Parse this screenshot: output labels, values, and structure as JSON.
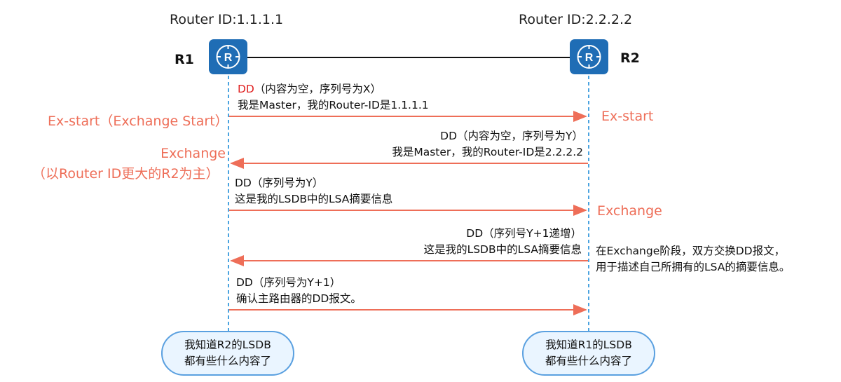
{
  "r1": {
    "router_id": "Router ID:1.1.1.1",
    "name": "R1"
  },
  "r2": {
    "router_id": "Router ID:2.2.2.2",
    "name": "R2"
  },
  "router_icon_glyph": "R",
  "messages": [
    {
      "line1_prefix": "DD",
      "line1_rest": "（内容为空，序列号为X）",
      "line2": "我是Master，我的Router-ID是1.1.1.1",
      "direction": "R1->R2"
    },
    {
      "line1": "DD（内容为空，序列号为Y）",
      "line2": "我是Master，我的Router-ID是2.2.2.2",
      "direction": "R2->R1"
    },
    {
      "line1": "DD（序列号为Y）",
      "line2": "这是我的LSDB中的LSA摘要信息",
      "direction": "R1->R2"
    },
    {
      "line1": "DD（序列号Y+1递增）",
      "line2": "这是我的LSDB中的LSA摘要信息",
      "direction": "R2->R1"
    },
    {
      "line1": "DD（序列号为Y+1）",
      "line2": "确认主路由器的DD报文。",
      "direction": "R1->R2"
    }
  ],
  "states": {
    "r1_exstart": "Ex-start（Exchange Start）",
    "r2_exstart": "Ex-start",
    "r1_exchange": "Exchange",
    "r1_exchange_note": "（以Router ID更大的R2为主）",
    "r2_exchange": "Exchange"
  },
  "exchange_note": {
    "line1": "在Exchange阶段，双方交换DD报文，",
    "line2": "用于描述自己所拥有的LSA的摘要信息。"
  },
  "bubbles": {
    "r1": {
      "line1": "我知道R2的LSDB",
      "line2": "都有些什么内容了"
    },
    "r2": {
      "line1": "我知道R1的LSDB",
      "line2": "都有些什么内容了"
    }
  },
  "colors": {
    "router_blue": "#1f6db5",
    "arrow_red": "#ee6e58",
    "lifeline_blue": "#4aa3e0",
    "state_text": "#ee6e58",
    "highlight_red": "#e02020",
    "bubble_fill": "#eaf5ff",
    "bubble_border": "#5aa0e0"
  }
}
